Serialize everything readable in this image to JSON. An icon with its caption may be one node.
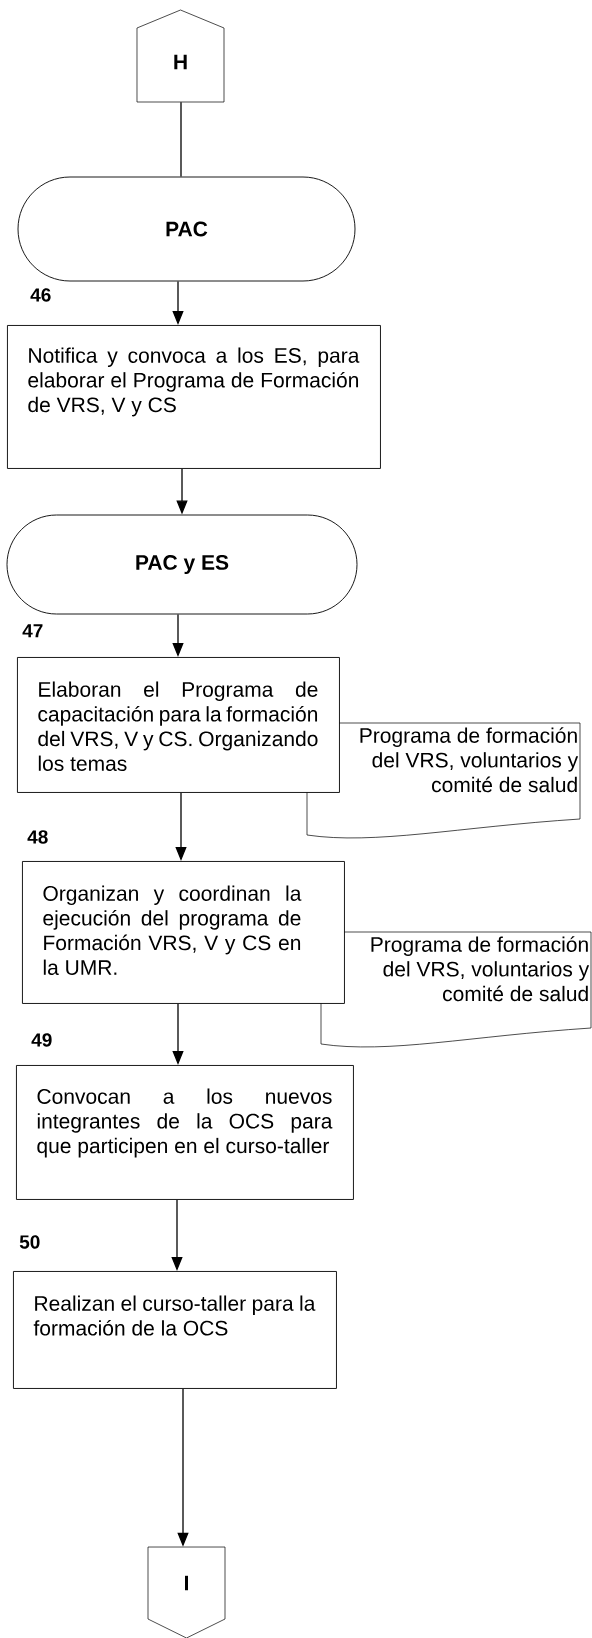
{
  "diagram": {
    "nodes": [
      {
        "text": [
          "H"
        ]
      },
      {
        "text": [
          "PAC"
        ]
      },
      {
        "text": [
          "Notifica y convoca a los ES, para elaborar el Programa de Formación de VRS, V y CS"
        ]
      },
      {
        "text": [
          "PAC y ES"
        ]
      },
      {
        "text": [
          "Elaboran el Programa de capacitación para la formación del VRS, V y CS. Organizando los temas"
        ]
      },
      {
        "text": [
          "Programa de formación del VRS, voluntarios y comité de salud"
        ]
      },
      {
        "text": [
          "Organizan y coordinan la ejecución del programa de Formación VRS, V y CS en la UMR."
        ]
      },
      {
        "text": [
          "Programa de formación del VRS, voluntarios y comité de salud"
        ]
      },
      {
        "text": [
          "Convocan a los nuevos integrantes de la OCS para que participen en el curso-taller"
        ]
      },
      {
        "text": [
          "Realizan el curso-taller para la formación de la OCS"
        ]
      },
      {
        "text": [
          "I"
        ]
      }
    ],
    "edges": [
      {
        "from": 0,
        "to": 1,
        "arrow": "none"
      },
      {
        "from": 1,
        "to": 2,
        "arrow": "to"
      },
      {
        "from": 2,
        "to": 3,
        "arrow": "to"
      },
      {
        "from": 3,
        "to": 4,
        "arrow": "to"
      },
      {
        "from": 4,
        "to": 6,
        "arrow": "to"
      },
      {
        "from": 6,
        "to": 8,
        "arrow": "to"
      },
      {
        "from": 8,
        "to": 9,
        "arrow": "to"
      },
      {
        "from": 9,
        "to": 10,
        "arrow": "to"
      }
    ],
    "labels": [
      "46",
      "47",
      "48",
      "49",
      "50"
    ]
  }
}
